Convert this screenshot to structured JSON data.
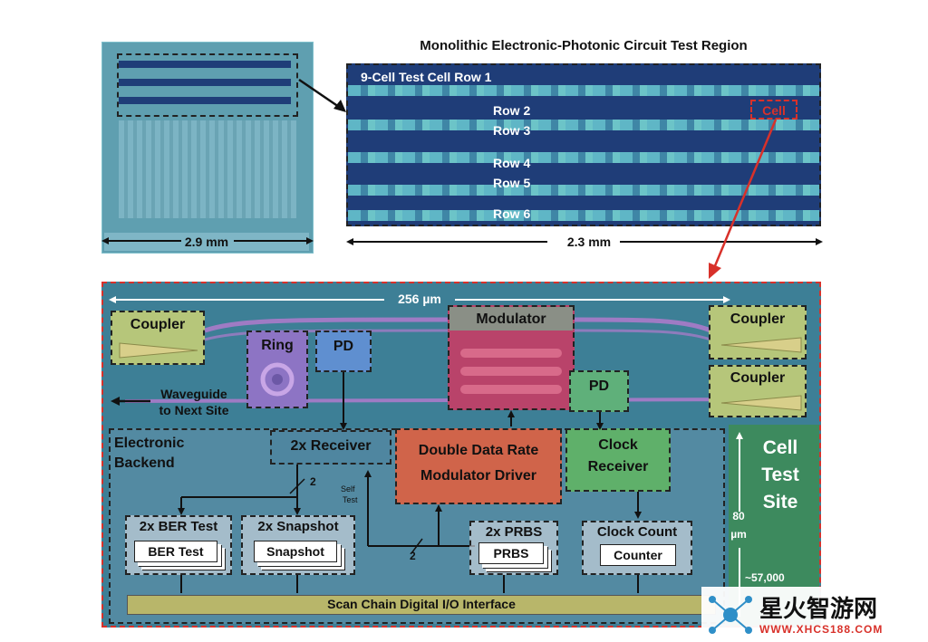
{
  "top": {
    "die_dim_label": "2.9 mm",
    "region_title": "Monolithic Electronic-Photonic Circuit Test Region",
    "region_dim_label": "2.3 mm",
    "rows": [
      "9-Cell Test Cell Row 1",
      "Row 2",
      "Row 3",
      "Row 4",
      "Row 5",
      "Row 6"
    ],
    "cell_tag": "Cell"
  },
  "cell": {
    "dim_label": "256 µm",
    "coupler_left": "Coupler",
    "coupler_right_top": "Coupler",
    "coupler_right_bottom": "Coupler",
    "ring": "Ring",
    "pd_top": "PD",
    "modulator": "Modulator",
    "pd_clock": "PD",
    "waveguide_label_1": "Waveguide",
    "waveguide_label_2": "to Next Site",
    "electronic_backend_1": "Electronic",
    "electronic_backend_2": "Backend",
    "receiver": "2x Receiver",
    "driver_1": "Double Data Rate",
    "driver_2": "Modulator Driver",
    "clock_receiver_1": "Clock",
    "clock_receiver_2": "Receiver",
    "bus_width_1": "2",
    "bus_width_2": "2",
    "self_test_1": "Self",
    "self_test_2": "Test",
    "ber_title": "2x BER Test",
    "ber_inner": "BER Test",
    "snapshot_title": "2x Snapshot",
    "snapshot_inner": "Snapshot",
    "prbs_title": "2x PRBS",
    "prbs_inner": "PRBS",
    "clock_count_title": "Clock Count",
    "counter_inner": "Counter",
    "scan_chain": "Scan Chain Digital I/O Interface",
    "side_title_1": "Cell",
    "side_title_2": "Test",
    "side_title_3": "Site",
    "height_value": "80",
    "height_unit": "µm",
    "count_label": "~57,000"
  },
  "watermark": {
    "brand": "星火智游网",
    "url": "WWW.XHCS188.COM"
  },
  "colors": {
    "cell_border": "#d8312a",
    "waveguide": "#b07acc",
    "coupler_fill": "#b6c67a",
    "modulator_fill": "#b9436a",
    "driver_fill": "#d0644a",
    "clock_receiver_fill": "#5fb06a",
    "scan_chain_fill": "#b8b66a",
    "side_panel": "#3d8a5e"
  }
}
